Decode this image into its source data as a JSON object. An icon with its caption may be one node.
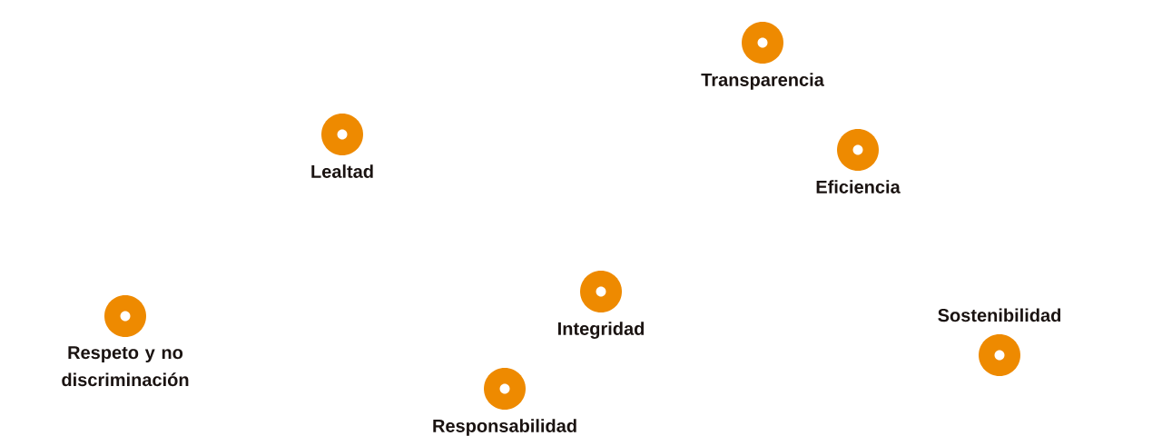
{
  "diagram": {
    "nodes": [
      {
        "text": [],
        "shape": "circle",
        "beside": [
          "Transparencia"
        ]
      },
      {
        "text": [],
        "shape": "circle",
        "beside": [
          "Lealtad"
        ]
      },
      {
        "text": [],
        "shape": "circle",
        "beside": [
          "Eficiencia"
        ]
      },
      {
        "text": [],
        "shape": "circle",
        "beside": [
          "Integridad"
        ]
      },
      {
        "text": [],
        "shape": "circle",
        "beside": [
          "Respeto y no discriminación"
        ]
      },
      {
        "text": [],
        "shape": "circle",
        "beside": [
          "Sostenibilidad"
        ]
      },
      {
        "text": [],
        "shape": "circle",
        "beside": [
          "Responsabilidad"
        ]
      }
    ]
  }
}
